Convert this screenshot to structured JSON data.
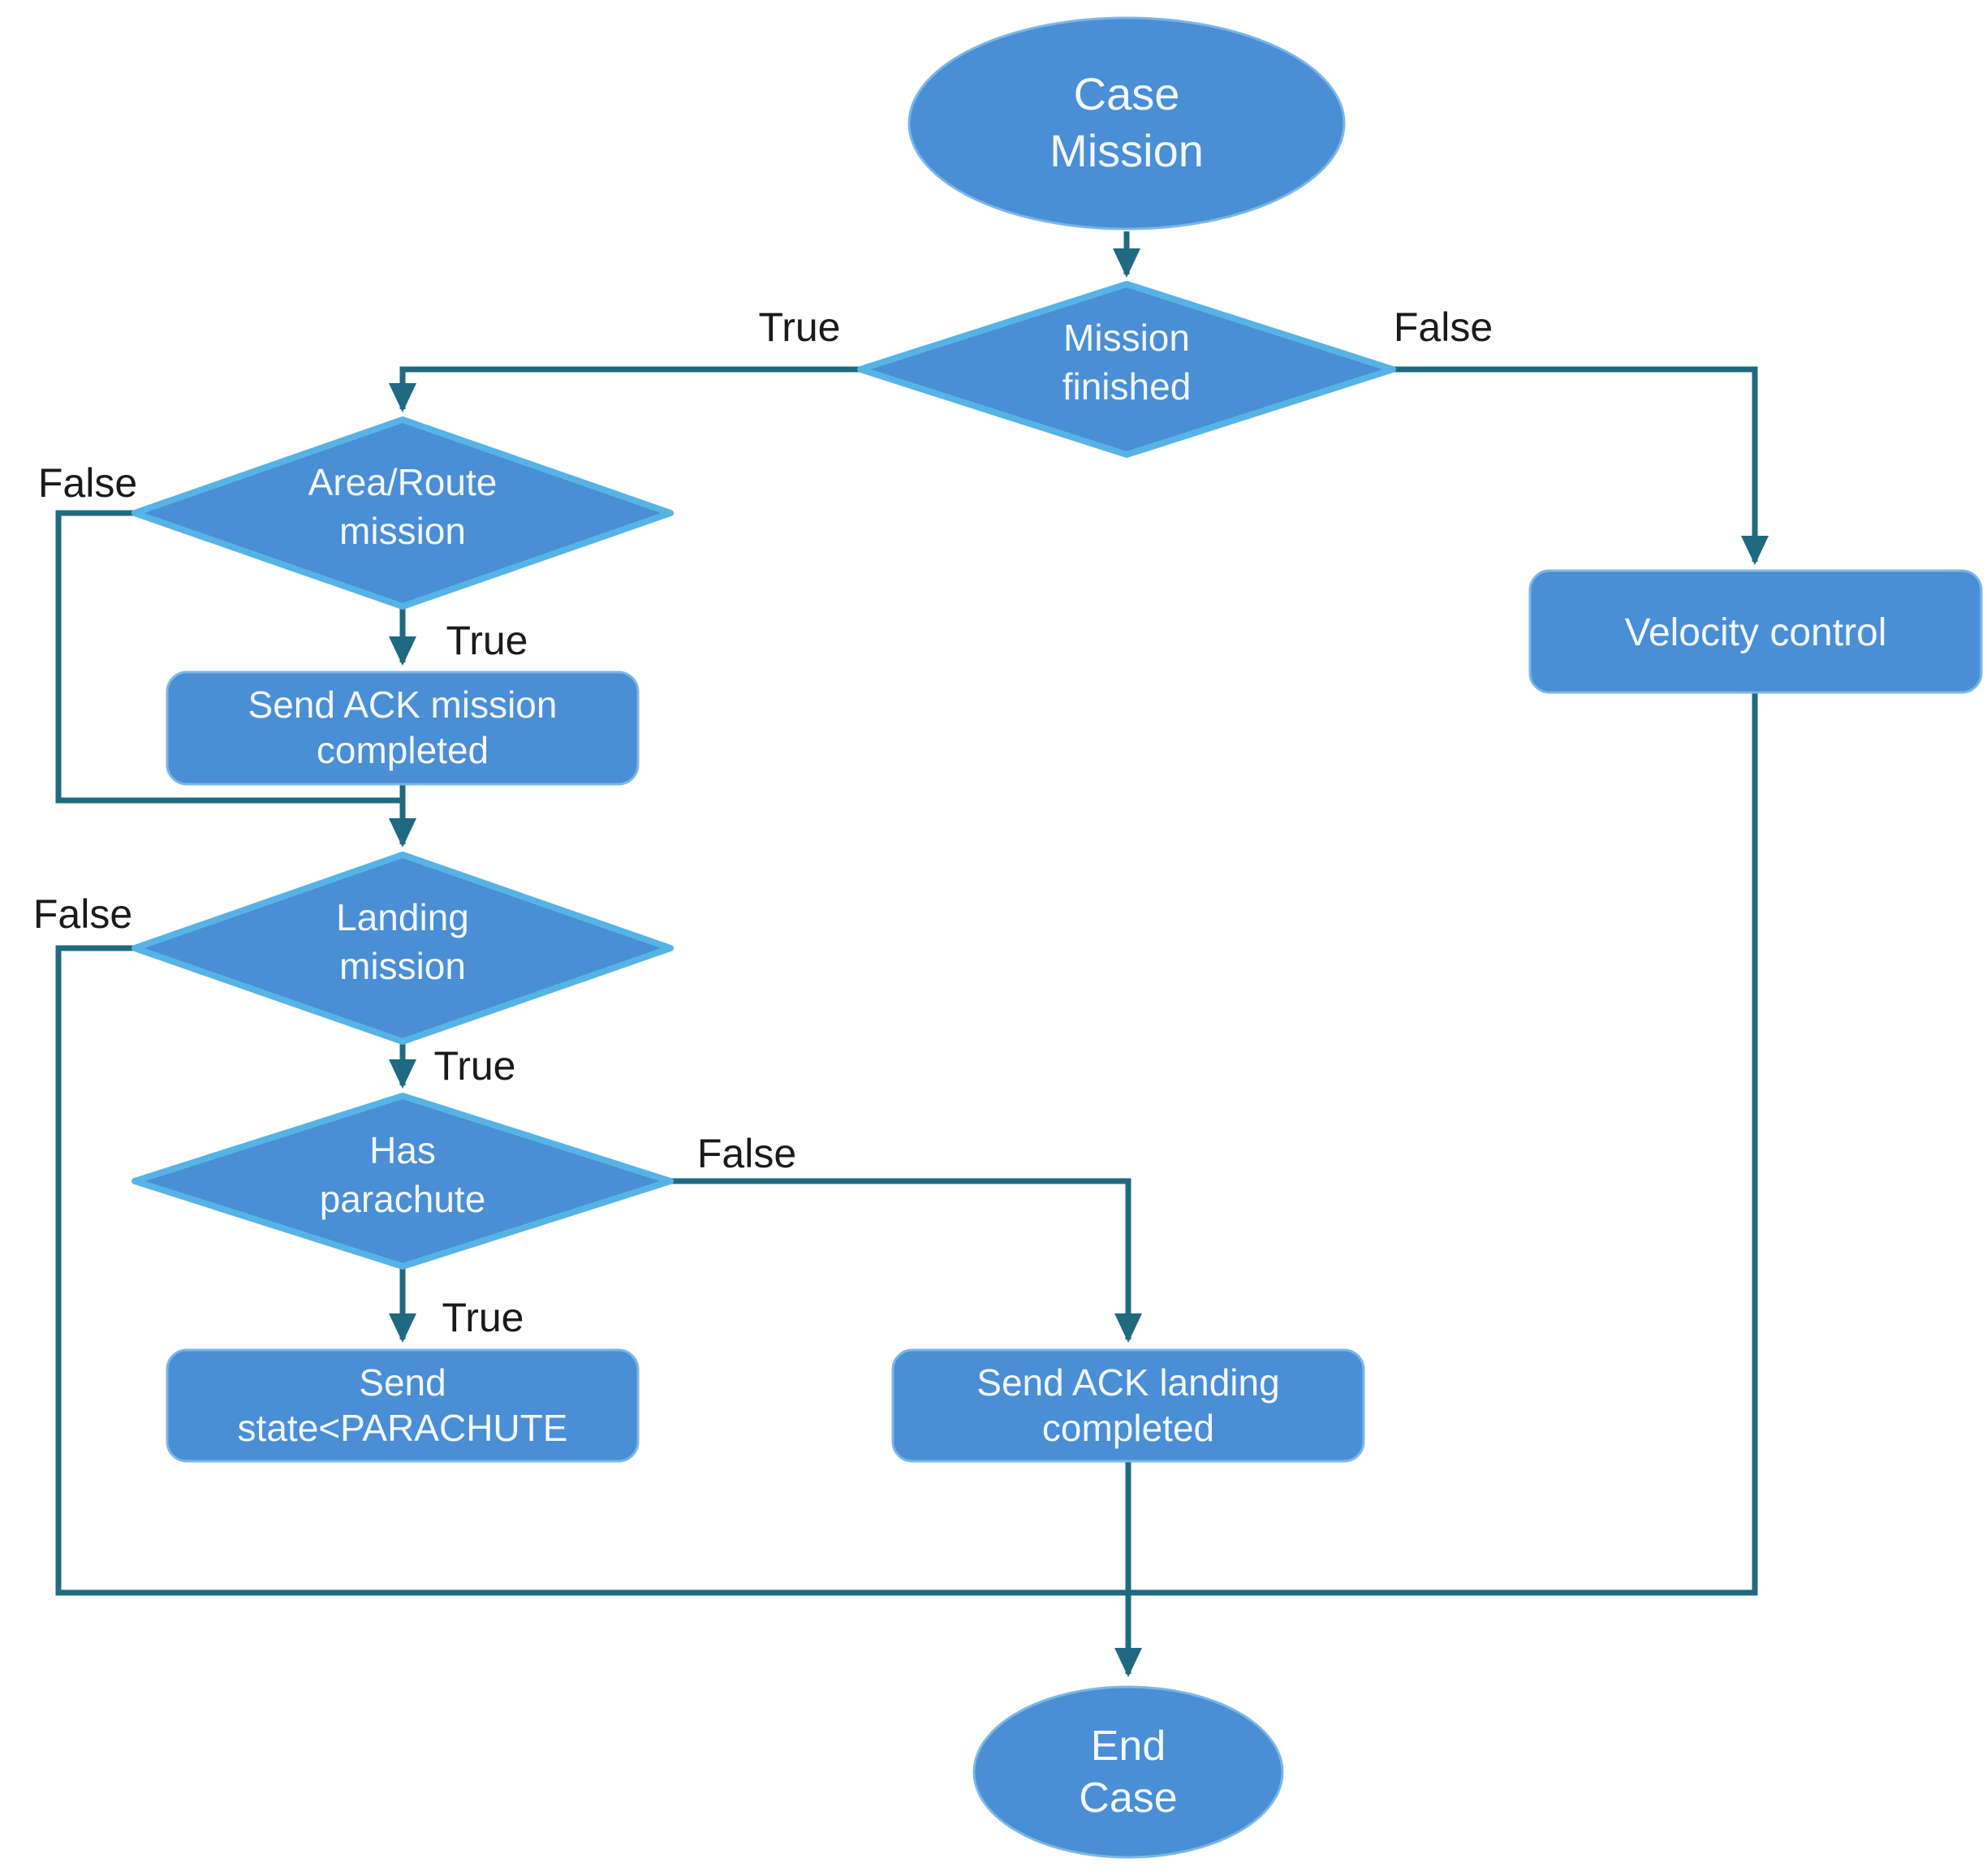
{
  "title": "Case Mission flowchart",
  "colors": {
    "node-fill": "#4a8ed5",
    "node-border": "#7ab7e8",
    "diamond-border": "#56b3e6",
    "edge": "#1f6a80",
    "label-text": "#1a1a1a",
    "node-text": "#f2f8fd",
    "background": "#ffffff"
  },
  "nodes": {
    "start": {
      "type": "terminator",
      "lines": [
        "Case",
        "Mission"
      ]
    },
    "mission_finished": {
      "type": "decision",
      "lines": [
        "Mission",
        "finished"
      ]
    },
    "area_route": {
      "type": "decision",
      "lines": [
        "Area/Route",
        "mission"
      ]
    },
    "send_ack_mission": {
      "type": "process",
      "lines": [
        "Send ACK mission",
        "completed"
      ]
    },
    "landing": {
      "type": "decision",
      "lines": [
        "Landing",
        "mission"
      ]
    },
    "has_parachute": {
      "type": "decision",
      "lines": [
        "Has",
        "parachute"
      ]
    },
    "send_state_parachute": {
      "type": "process",
      "lines": [
        "Send",
        "state<PARACHUTE"
      ]
    },
    "send_ack_landing": {
      "type": "process",
      "lines": [
        "Send ACK landing",
        "completed"
      ]
    },
    "velocity_control": {
      "type": "process",
      "lines": [
        "Velocity control"
      ]
    },
    "end": {
      "type": "terminator",
      "lines": [
        "End",
        "Case"
      ]
    }
  },
  "edge_labels": {
    "mission_true": "True",
    "mission_false": "False",
    "area_true": "True",
    "area_false": "False",
    "landing_true": "True",
    "landing_false": "False",
    "parachute_true": "True",
    "parachute_false": "False"
  }
}
